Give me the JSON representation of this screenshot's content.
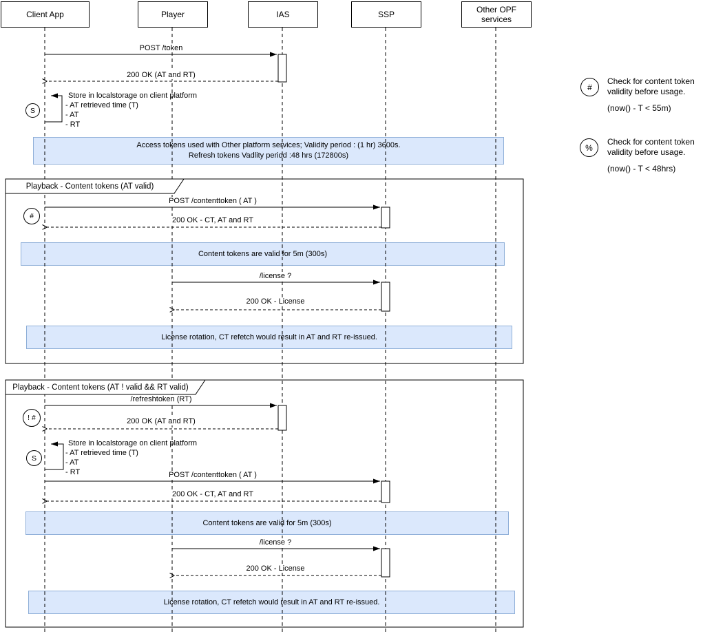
{
  "actors": [
    {
      "label": "Client App"
    },
    {
      "label": "Player"
    },
    {
      "label": "IAS"
    },
    {
      "label": "SSP"
    },
    {
      "label": "Other OPF services"
    }
  ],
  "main": {
    "post_token": "POST /token",
    "ok_at_rt": "200 OK (AT and RT)",
    "store_note": {
      "symbol": "S",
      "title": "Store in localstorage on client platform",
      "items": [
        "- AT retrieved time (T)",
        "- AT",
        "- RT"
      ]
    },
    "access_note": {
      "line1": "Access tokens used with Other platform services; Validity period : (1 hr) 3600s.",
      "line2": "Refresh tokens Vadlity period :48 hrs (172800s)"
    }
  },
  "frame1": {
    "title": "Playback - Content tokens (AT valid)",
    "guard_symbol": "#",
    "post_contenttoken": "POST /contenttoken ( AT )",
    "ok_ct": "200 OK - CT, AT and RT",
    "note_ct_valid": "Content tokens are valid for 5m (300s)",
    "license_req": "/license ?",
    "license_resp": "200 OK - License",
    "note_rotation": "License rotation, CT refetch would result in AT and RT re-issued."
  },
  "frame2": {
    "title": "Playback - Content tokens (AT ! valid && RT valid)",
    "guard_symbol": "! #",
    "refresh_token": "/refreshtoken (RT)",
    "ok_at_rt": "200 OK (AT and RT)",
    "store_note": {
      "symbol": "S",
      "title": "Store in localstorage on client platform",
      "items": [
        "- AT retrieved time (T)",
        "- AT",
        "- RT"
      ]
    },
    "post_contenttoken": "POST /contenttoken ( AT )",
    "ok_ct": "200 OK - CT, AT and RT",
    "note_ct_valid": "Content tokens are valid for 5m (300s)",
    "license_req": "/license ?",
    "license_resp": "200 OK - License",
    "note_rotation": "License rotation, CT refetch would result in AT and RT re-issued."
  },
  "legend": [
    {
      "symbol": "#",
      "text": "Check for content token validity before usage.",
      "formula": "(now() - T < 55m)"
    },
    {
      "symbol": "%",
      "text": "Check for content token validity before usage.",
      "formula": "(now() - T <  48hrs)"
    }
  ]
}
